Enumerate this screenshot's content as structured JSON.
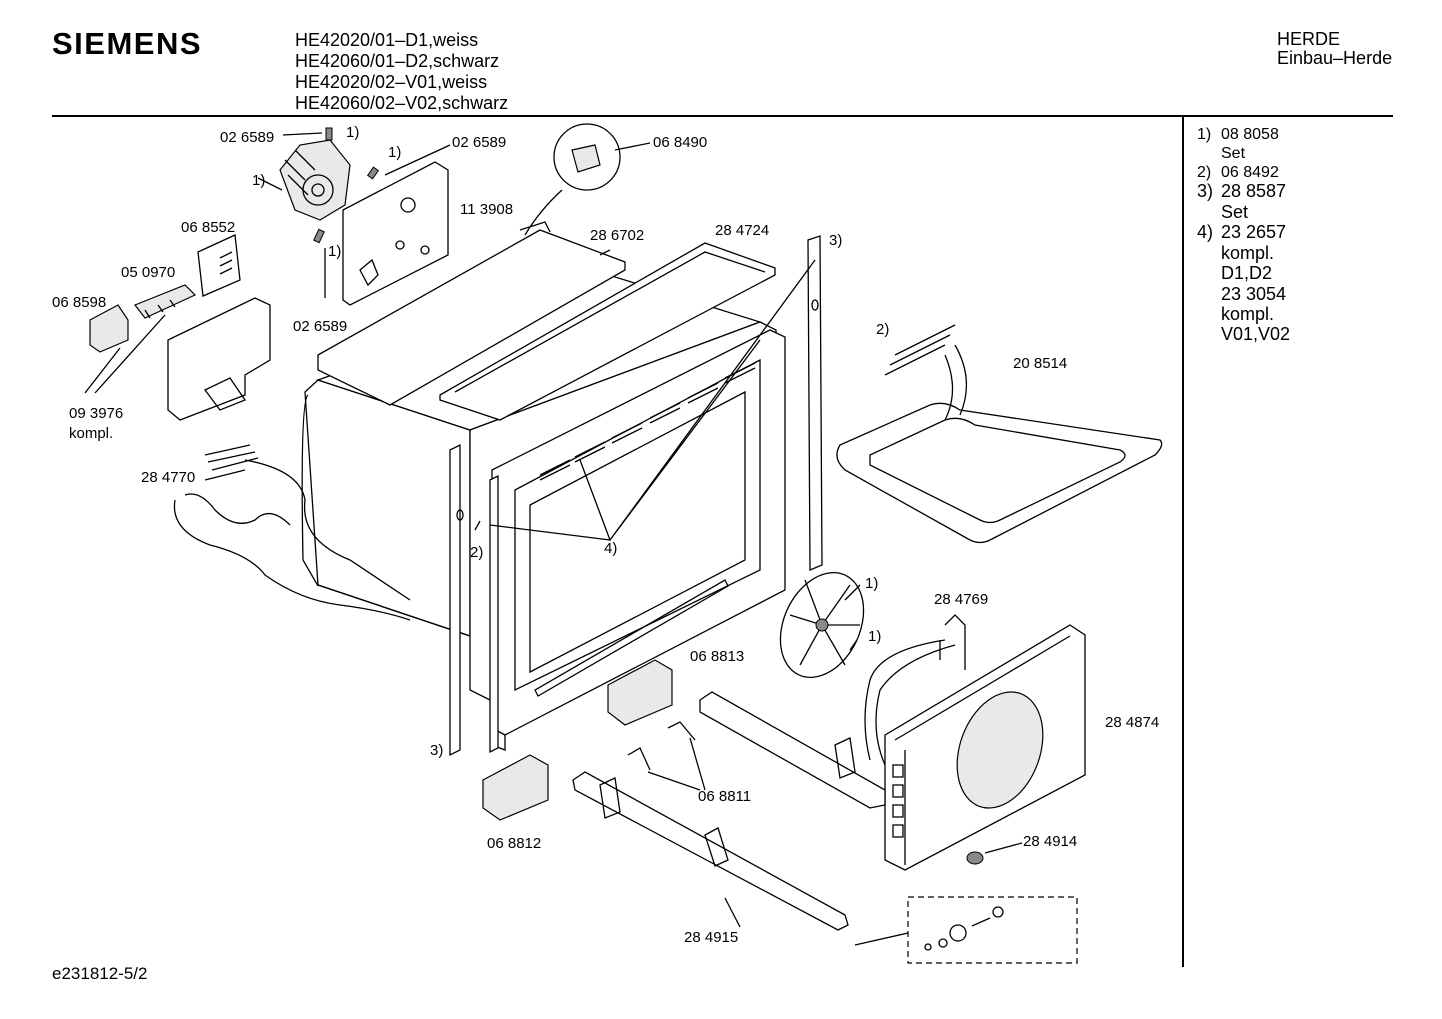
{
  "header": {
    "brand": "SIEMENS",
    "models": [
      "HE42020/01–D1,weiss",
      "HE42060/01–D2,schwarz",
      "HE42020/02–V01,weiss",
      "HE42060/02–V02,schwarz"
    ],
    "category": "HERDE",
    "subcategory": "Einbau–Herde"
  },
  "notes": {
    "n1_key": "1)",
    "n1_part": "08 8058",
    "n1_sub": "Set",
    "n2_key": "2)",
    "n2_part": "06 8492",
    "n3_key": "3)",
    "n3_part": "28 8587",
    "n3_sub": "Set",
    "n4_key": "4)",
    "n4_part": "23 2657",
    "n4_sub1": "kompl.",
    "n4_sub2": "D1,D2",
    "n4_part2": "23 3054",
    "n4_sub3": "kompl.",
    "n4_sub4": "V01,V02"
  },
  "labels": {
    "l_026589_a": "02 6589",
    "l_1_a": "1)",
    "l_026589_b": "02 6589",
    "l_1_b": "1)",
    "l_1_c": "1)",
    "l_1_d": "1)",
    "l_026589_c": "02 6589",
    "l_068490": "06 8490",
    "l_113908": "11 3908",
    "l_068552": "06 8552",
    "l_286702": "28 6702",
    "l_284724": "28 4724",
    "l_3_a": "3)",
    "l_050970": "05 0970",
    "l_068598": "06 8598",
    "l_2_a": "2)",
    "l_208514": "20 8514",
    "l_093976": "09 3976",
    "l_kompl": "kompl.",
    "l_284770": "28 4770",
    "l_2_b": "2)",
    "l_4": "4)",
    "l_1_fan": "1)",
    "l_284769": "28 4769",
    "l_1_nut": "1)",
    "l_068813": "06 8813",
    "l_284874": "28 4874",
    "l_3_b": "3)",
    "l_068811": "06 8811",
    "l_068812": "06 8812",
    "l_284914": "28 4914",
    "l_284915": "28 4915"
  },
  "footer": {
    "drawing_id": "e231812-5/2"
  }
}
